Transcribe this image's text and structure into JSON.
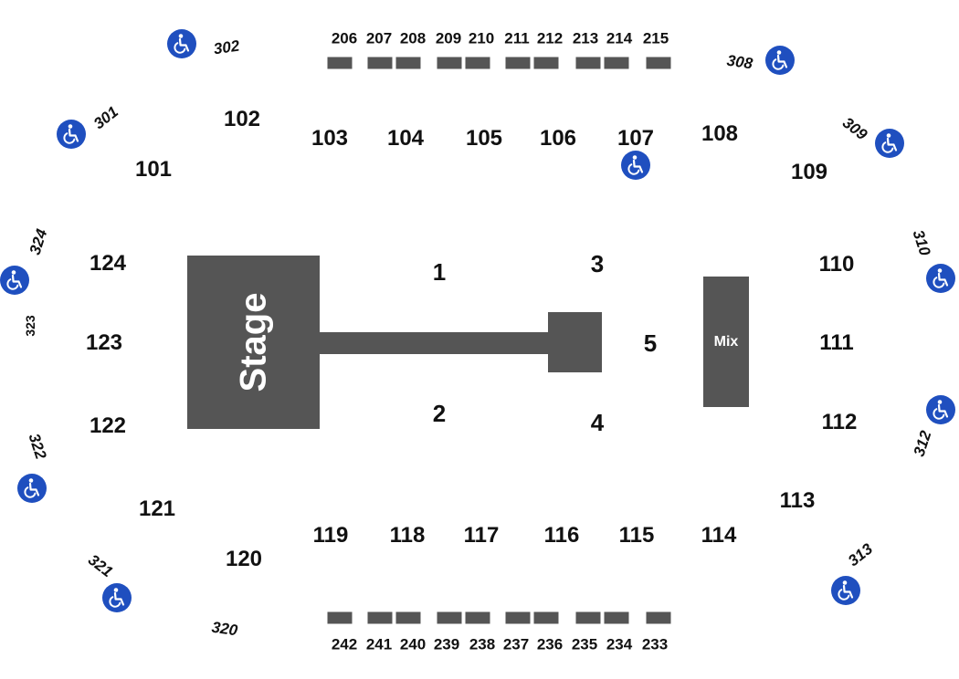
{
  "colors": {
    "block": "#555555",
    "accessible": "#1f4fbf",
    "text": "#111111"
  },
  "stage": {
    "label": "Stage"
  },
  "mix": {
    "label": "Mix"
  },
  "floor_sections": [
    "1",
    "2",
    "3",
    "4",
    "5"
  ],
  "lower_sections": [
    "101",
    "102",
    "103",
    "104",
    "105",
    "106",
    "107",
    "108",
    "109",
    "110",
    "111",
    "112",
    "113",
    "114",
    "115",
    "116",
    "117",
    "118",
    "119",
    "120",
    "121",
    "122",
    "123",
    "124"
  ],
  "box_sections_top": [
    "206",
    "207",
    "208",
    "209",
    "210",
    "211",
    "212",
    "213",
    "214",
    "215"
  ],
  "box_sections_bottom": [
    "242",
    "241",
    "240",
    "239",
    "238",
    "237",
    "236",
    "235",
    "234",
    "233"
  ],
  "upper_sections": [
    "301",
    "302",
    "308",
    "309",
    "310",
    "312",
    "313",
    "320",
    "321",
    "322",
    "323",
    "324"
  ],
  "accessible_icon": "wheelchair-icon"
}
